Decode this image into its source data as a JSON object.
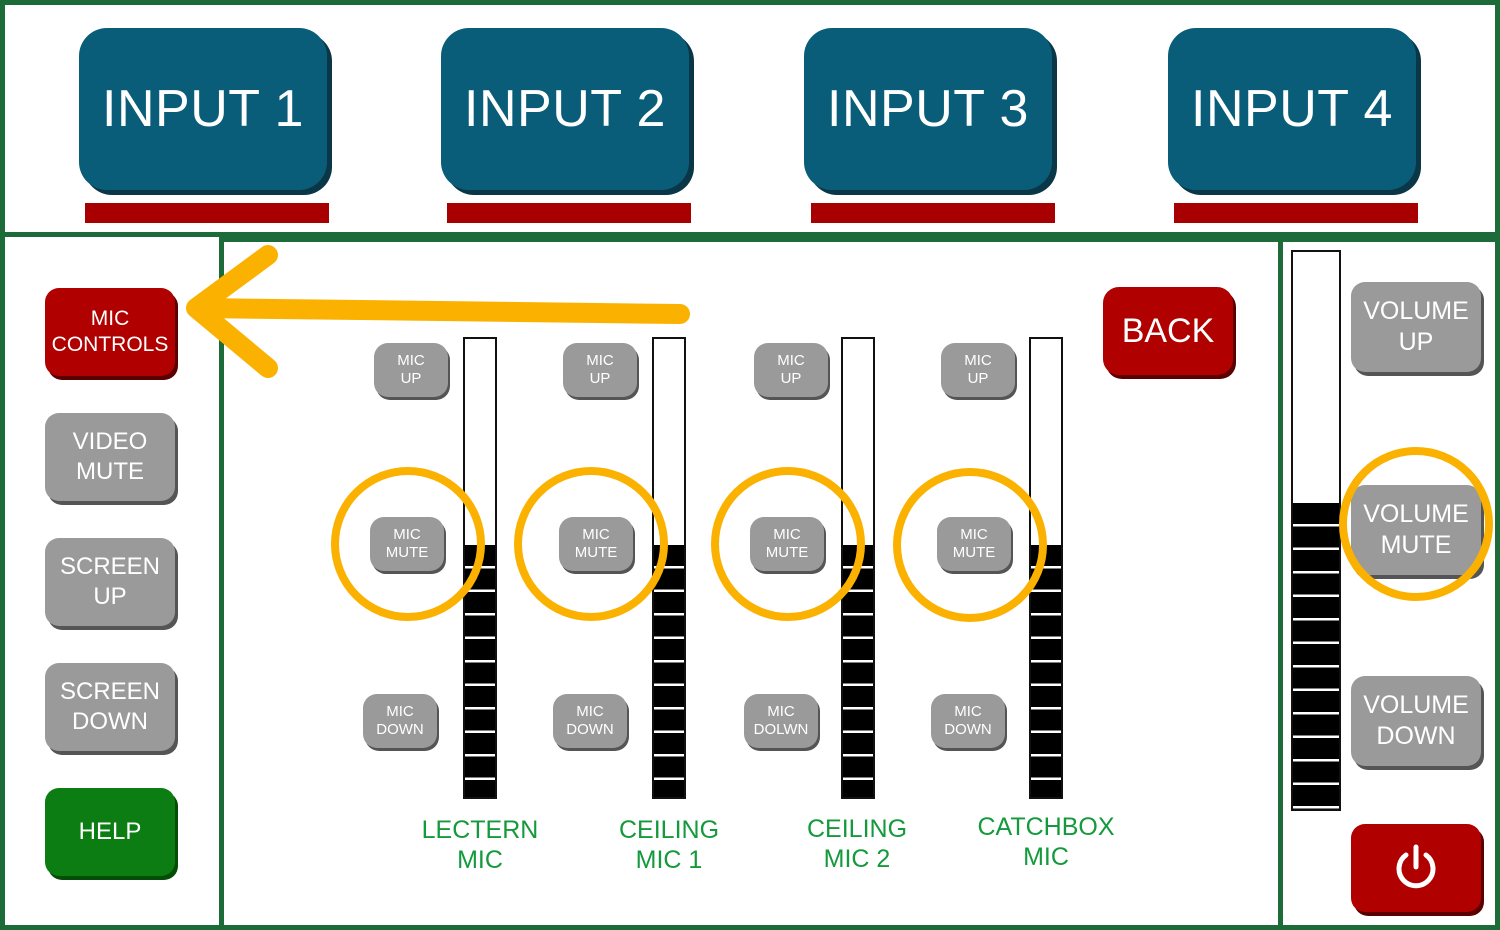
{
  "inputs": [
    {
      "label": "INPUT 1"
    },
    {
      "label": "INPUT 2"
    },
    {
      "label": "INPUT 3"
    },
    {
      "label": "INPUT 4"
    }
  ],
  "sidebar": {
    "mic_controls": "MIC\nCONTROLS",
    "video_mute": "VIDEO\nMUTE",
    "screen_up": "SCREEN\nUP",
    "screen_down": "SCREEN\nDOWN",
    "help": "HELP"
  },
  "back_label": "BACK",
  "mics": [
    {
      "name": "LECTERN\nMIC",
      "up": "MIC\nUP",
      "mute": "MIC\nMUTE",
      "down": "MIC\nDOWN",
      "level_percent": 55
    },
    {
      "name": "CEILING\nMIC 1",
      "up": "MIC\nUP",
      "mute": "MIC\nMUTE",
      "down": "MIC\nDOWN",
      "level_percent": 55
    },
    {
      "name": "CEILING\nMIC 2",
      "up": "MIC\nUP",
      "mute": "MIC\nMUTE",
      "down": "MIC\nDOLWN",
      "level_percent": 55
    },
    {
      "name": "CATCHBOX\nMIC",
      "up": "MIC\nUP",
      "mute": "MIC\nMUTE",
      "down": "MIC\nDOWN",
      "level_percent": 55
    }
  ],
  "volume": {
    "up": "VOLUME\nUP",
    "mute": "VOLUME\nMUTE",
    "down": "VOLUME\nDOWN",
    "level_percent": 55
  },
  "colors": {
    "frame_green": "#1e6b3a",
    "input_blue": "#0a5d79",
    "underline_red": "#a80000",
    "highlight_orange": "#fbb100",
    "label_green": "#149a3c"
  },
  "icons": {
    "power": "power-icon",
    "arrow": "arrow-left-icon"
  }
}
